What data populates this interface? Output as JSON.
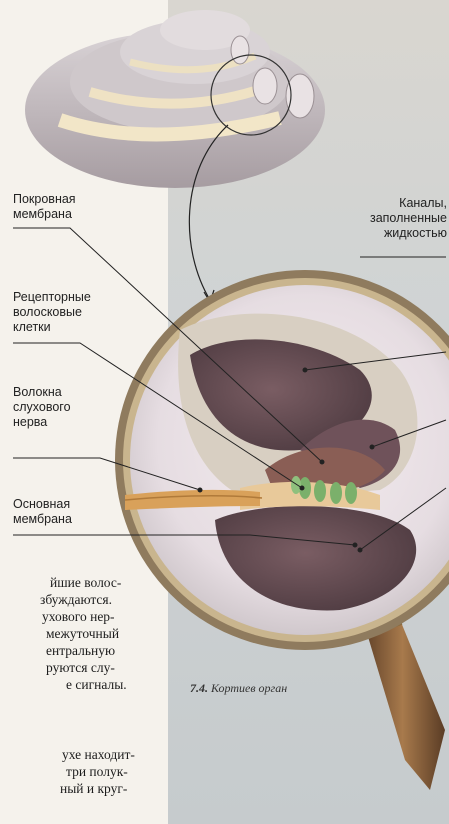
{
  "labels": {
    "tectorial": [
      "Покровная",
      "мембрана"
    ],
    "receptors": [
      "Рецепторные",
      "волосковые",
      "клетки"
    ],
    "nerve": [
      "Волокна",
      "слухового",
      "нерва"
    ],
    "basilar": [
      "Основная",
      "мембрана"
    ],
    "canals": [
      "Каналы,",
      "заполненные",
      "жидкостью"
    ]
  },
  "body_text": {
    "block1": [
      "йшие волос-",
      "збуждаются.",
      "ухового нер-",
      "межуточный",
      "ентральную",
      "руются слу-",
      "е сигналы."
    ],
    "block2": [
      "ухе находит-",
      "три полук-",
      "ный и круг-"
    ]
  },
  "caption": {
    "number": "7.4.",
    "text": "Кортиев орган"
  }
}
